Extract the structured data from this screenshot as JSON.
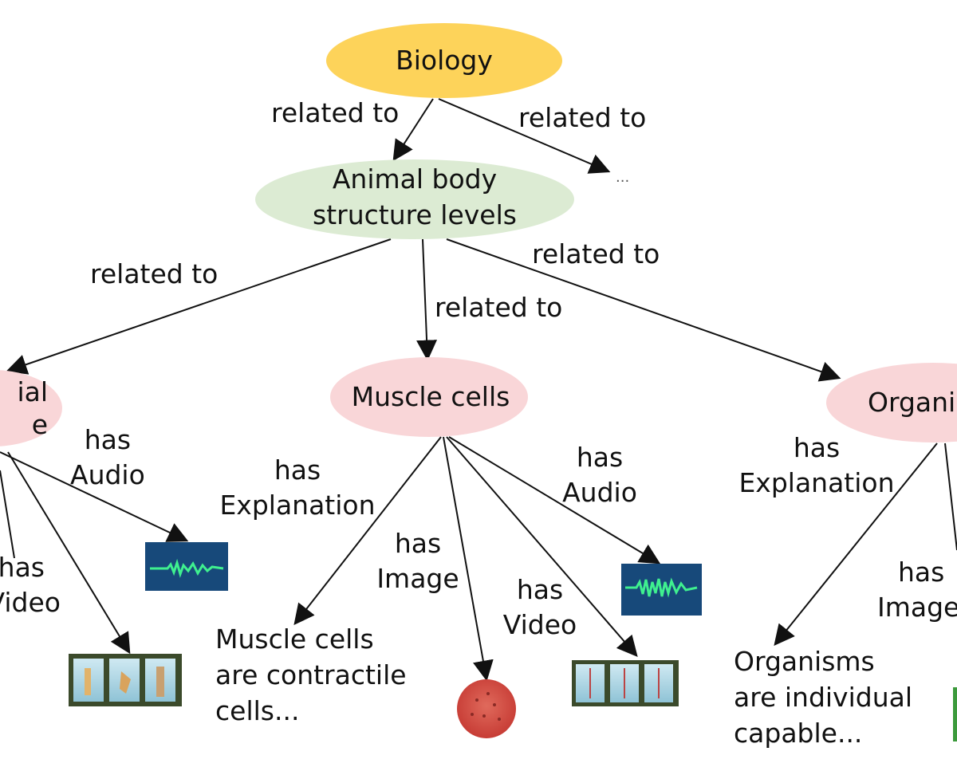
{
  "nodes": {
    "biology": "Biology",
    "animal_body_line1": "Animal body",
    "animal_body_line2": "structure levels",
    "left_partial_line1": "ial",
    "left_partial_line2": "e",
    "muscle_cells": "Muscle cells",
    "organisms_partial": "Organi",
    "more": "..."
  },
  "links": {
    "biology_to_animal": "related to",
    "biology_to_more": "related to",
    "animal_to_left": "related to",
    "animal_to_muscle": "related to",
    "animal_to_organisms": "related to",
    "left_audio_line1": "has",
    "left_audio_line2": "Audio",
    "left_video_line1": "has",
    "left_video_line2": "Video",
    "muscle_explanation_line1": "has",
    "muscle_explanation_line2": "Explanation",
    "muscle_image_line1": "has",
    "muscle_image_line2": "Image",
    "muscle_video_line1": "has",
    "muscle_video_line2": "Video",
    "muscle_audio_line1": "has",
    "muscle_audio_line2": "Audio",
    "organisms_explanation_line1": "has",
    "organisms_explanation_line2": "Explanation",
    "organisms_image_line1": "has",
    "organisms_image_line2": "Image"
  },
  "descriptions": {
    "muscle_line1": "Muscle cells",
    "muscle_line2": "are contractile",
    "muscle_line3": "cells...",
    "organisms_line1": "Organisms",
    "organisms_line2": "are individual",
    "organisms_line3": "capable..."
  },
  "colors": {
    "root_node": "#fdd35a",
    "level_node": "#dcebd3",
    "child_node": "#f9d6d8",
    "audio_bg": "#17497a",
    "audio_wave": "#3ff08f",
    "image_cell": "#d9534f"
  }
}
